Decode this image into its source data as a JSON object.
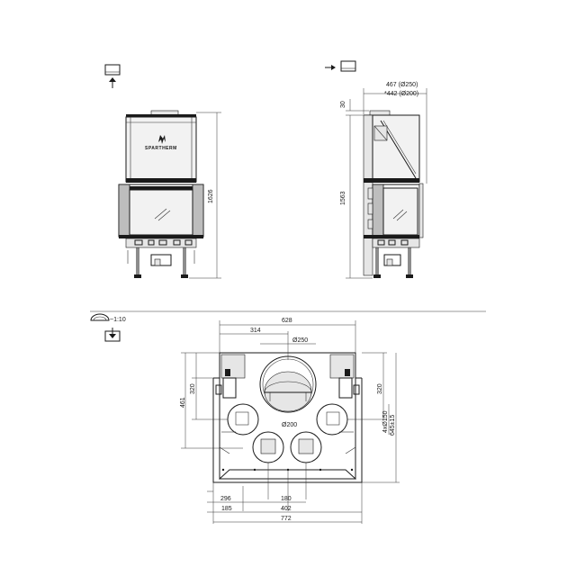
{
  "brand": {
    "logo_text": "SPARTHERM"
  },
  "front_view": {
    "height_label": "1626"
  },
  "side_view": {
    "offset_label": "30",
    "height_label": "1563",
    "flue_label_1": "467 (Ø250)",
    "flue_label_2": "*442 (Ø200)"
  },
  "top_view": {
    "scale_label": "~1:10",
    "width_top": "628",
    "left_offset_top": "314",
    "flue_main": "Ø250",
    "flue_secondary": "Ø200",
    "left_depth_outer": "461",
    "left_depth_inner": "320",
    "right_depth_inner": "320",
    "right_d150": "4xØ150",
    "right_depth_outer": "645±15",
    "bottom_296": "296",
    "bottom_180": "180",
    "bottom_185": "185",
    "bottom_402": "402",
    "bottom_772": "772"
  }
}
